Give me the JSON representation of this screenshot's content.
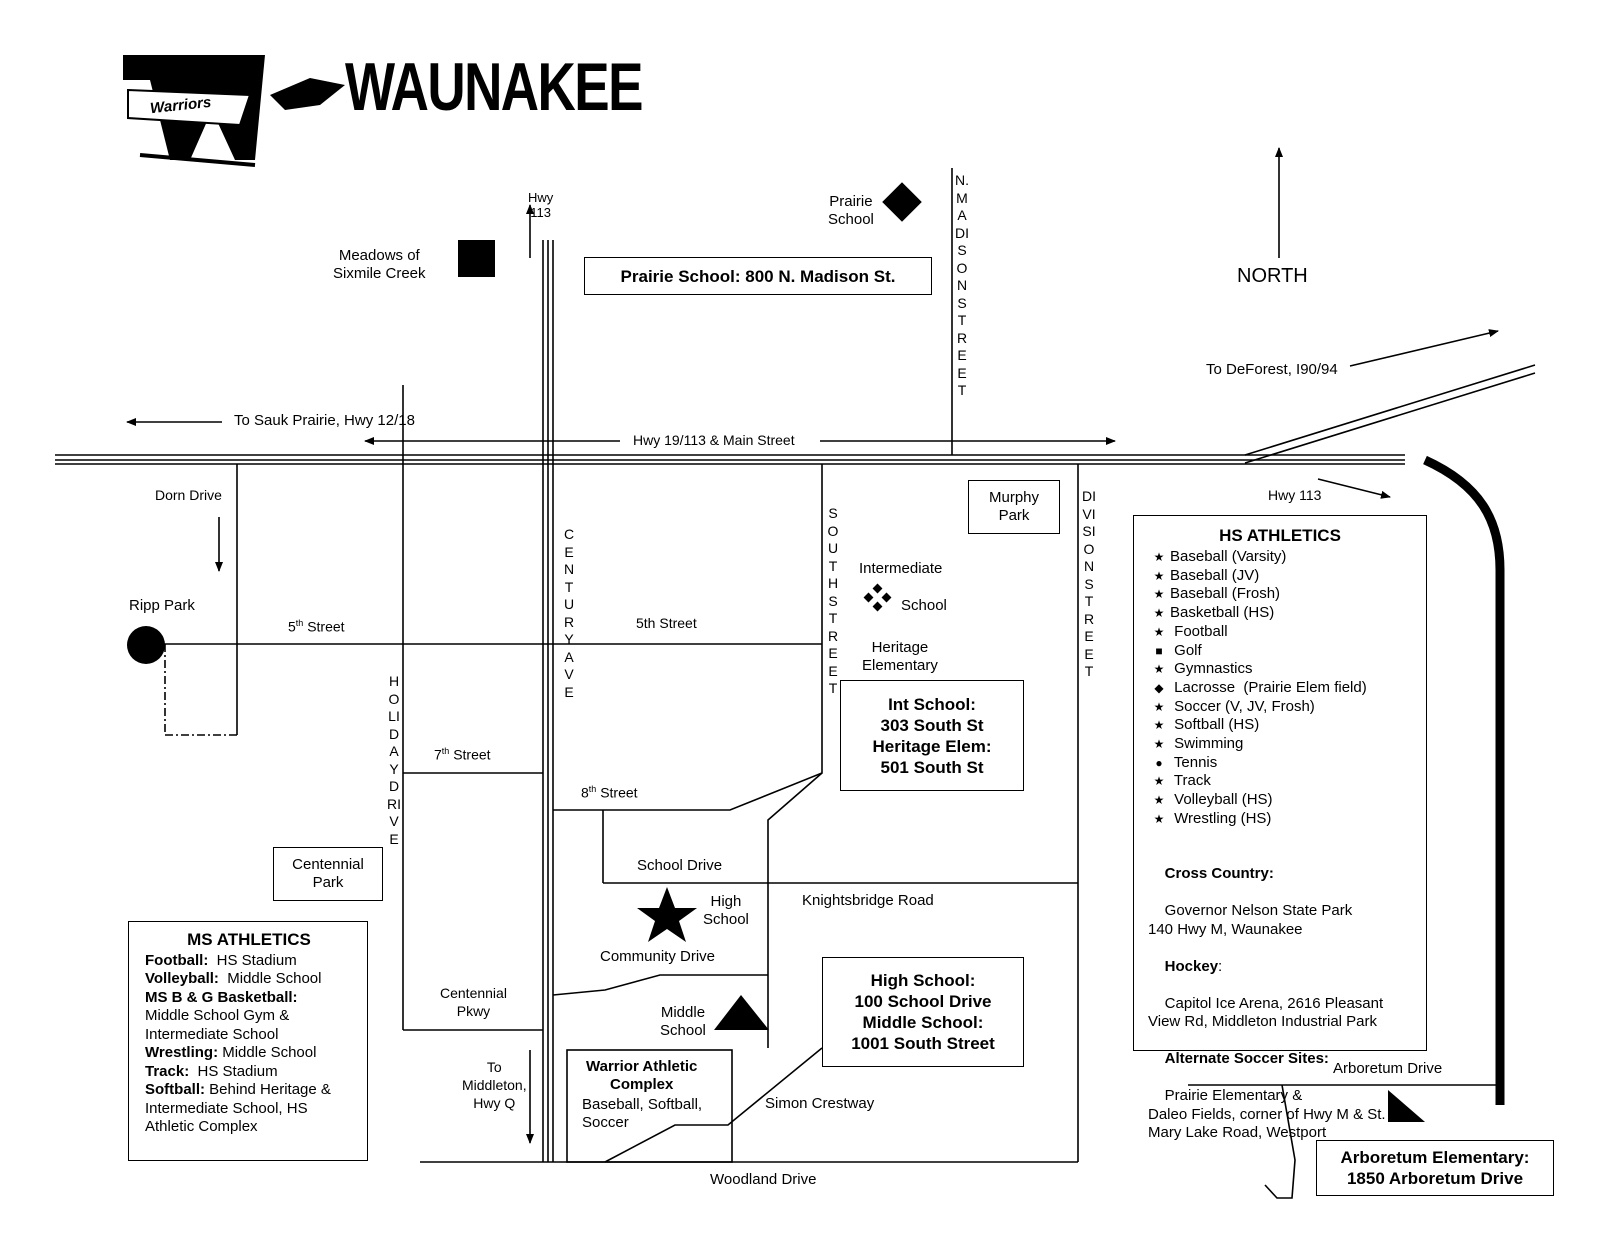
{
  "title": "WAUNAKEE",
  "logo": {
    "text": "Warriors",
    "icon": "arrowhead-w-logo"
  },
  "north": "NORTH",
  "roads": {
    "hwy113_north": "Hwy\n113",
    "main": "Hwy 19/113  &  Main Street",
    "sauk": "To Sauk Prairie, Hwy 12/18",
    "deforest": "To DeForest, I90/94",
    "hwy113_east": "Hwy 113",
    "dorn": "Dorn Drive",
    "fifth_w_num": "5",
    "fifth_w_sup": "th",
    "fifth_w_txt": " Street",
    "fifth_e": "5th Street",
    "seventh_num": "7",
    "seventh_sup": "th",
    "seventh_txt": " Street",
    "eighth_num": "8",
    "eighth_sup": "th",
    "eighth_txt": " Street",
    "school_drive": "School Drive",
    "knightsbridge": "Knightsbridge Road",
    "community": "Community Drive",
    "centennial_pkwy": "Centennial\nPkwy",
    "middleton": "To\nMiddleton,\nHwy Q",
    "simon": "Simon Crestway",
    "woodland": "Woodland Drive",
    "arboretum": "Arboretum Drive",
    "century": "CENTURY AVE",
    "holiday": "HOLIDAY DRIVE",
    "south": "SOUTH STREET",
    "n_madison": "N.MADISON STREET",
    "division": "DIVISION STREET"
  },
  "places": {
    "meadows": "Meadows of\nSixmile Creek",
    "prairie": "Prairie\nSchool",
    "murphy": "Murphy\nPark",
    "ripp": "Ripp Park",
    "intermediate": "Intermediate",
    "intermediate_school": "School",
    "heritage": "Heritage\nElementary",
    "centennial_park": "Centennial\nPark",
    "high_school": "High\nSchool",
    "middle_school": "Middle\nSchool",
    "warrior_title": "Warrior Athletic\nComplex",
    "warrior_sub": "Baseball, Softball,\nSoccer"
  },
  "address_boxes": {
    "prairie": "Prairie School: 800 N. Madison St.",
    "int": "Int School:\n303 South St\nHeritage Elem:\n501 South St",
    "hs": "High School:\n100 School Drive\nMiddle School:\n1001 South Street",
    "arboretum": "Arboretum Elementary:\n1850 Arboretum Drive"
  },
  "hs_athletics": {
    "title": "HS ATHLETICS",
    "items": [
      {
        "symbol": "★",
        "label": "Baseball (Varsity)"
      },
      {
        "symbol": "★",
        "label": "Baseball (JV)"
      },
      {
        "symbol": "★",
        "label": "Baseball (Frosh)"
      },
      {
        "symbol": "★",
        "label": "Basketball (HS)"
      },
      {
        "symbol": "★",
        "label": " Football"
      },
      {
        "symbol": "■",
        "label": " Golf"
      },
      {
        "symbol": "★",
        "label": " Gymnastics"
      },
      {
        "symbol": "◆",
        "label": " Lacrosse  (Prairie Elem field)"
      },
      {
        "symbol": "★",
        "label": " Soccer (V, JV, Frosh)"
      },
      {
        "symbol": "★",
        "label": " Softball (HS)"
      },
      {
        "symbol": "★",
        "label": " Swimming"
      },
      {
        "symbol": "●",
        "label": " Tennis"
      },
      {
        "symbol": "★",
        "label": " Track"
      },
      {
        "symbol": "★",
        "label": " Volleyball (HS)"
      },
      {
        "symbol": "★",
        "label": " Wrestling (HS)"
      }
    ],
    "cc_label": "Cross Country:",
    "cc_text": "Governor Nelson State Park\n140 Hwy M, Waunakee",
    "hockey_label": "Hockey",
    "hockey_colon": ":",
    "hockey_text": "Capitol Ice Arena, 2616 Pleasant\nView Rd, Middleton Industrial Park",
    "alt_label": "Alternate Soccer Sites:",
    "alt_text": "Prairie Elementary &\nDaleo Fields, corner of Hwy M & St.\nMary Lake Road, Westport"
  },
  "ms_athletics": {
    "title": "MS ATHLETICS",
    "rows": [
      {
        "label": "Football:",
        "text": "  HS Stadium"
      },
      {
        "label": "Volleyball:",
        "text": "  Middle School"
      },
      {
        "label": "MS B & G Basketball:",
        "text": ""
      },
      {
        "label": "",
        "text": "Middle School Gym &"
      },
      {
        "label": "",
        "text": "Intermediate School"
      },
      {
        "label": "Wrestling:",
        "text": " Middle School"
      },
      {
        "label": "Track:",
        "text": "  HS Stadium"
      },
      {
        "label": "Softball:",
        "text": " Behind Heritage &"
      },
      {
        "label": "",
        "text": "Intermediate School, HS"
      },
      {
        "label": "",
        "text": "Athletic Complex"
      }
    ]
  },
  "colors": {
    "ink": "#000000",
    "paper": "#ffffff"
  }
}
